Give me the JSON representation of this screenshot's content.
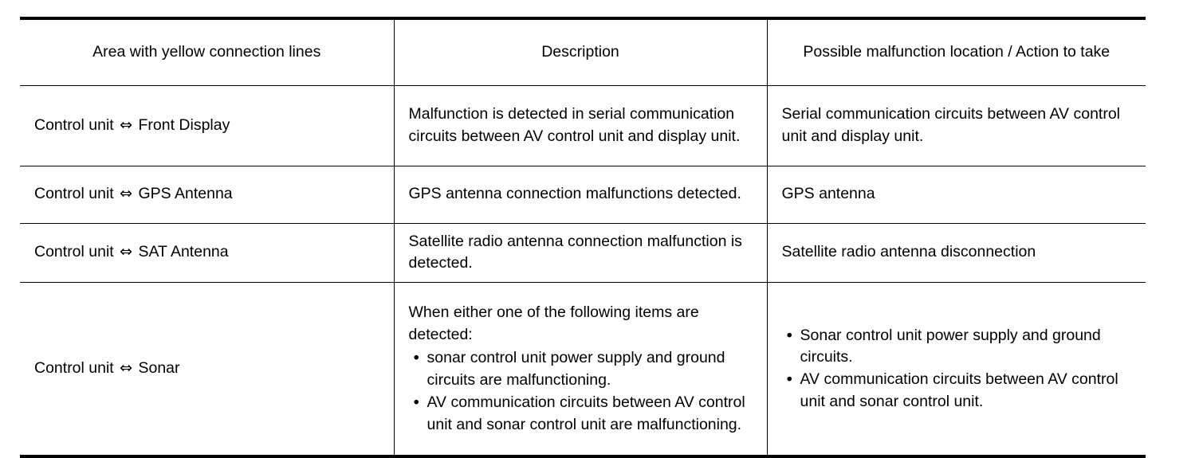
{
  "table": {
    "columns": [
      "Area with yellow connection lines",
      "Description",
      "Possible malfunction location / Action to take"
    ],
    "arrow_symbol": "⇔",
    "bullet_symbol": "•",
    "rows": [
      {
        "area_prefix": "Control unit",
        "area_suffix": "Front Display",
        "description": "Malfunction is detected in serial communication circuits between AV control unit and display unit.",
        "action": "Serial communication circuits between AV control unit and display unit."
      },
      {
        "area_prefix": "Control unit",
        "area_suffix": "GPS Antenna",
        "description": "GPS antenna connection malfunctions detected.",
        "action": "GPS antenna"
      },
      {
        "area_prefix": "Control unit",
        "area_suffix": "SAT Antenna",
        "description": "Satellite radio antenna connection malfunction is detected.",
        "action": "Satellite radio antenna disconnection"
      },
      {
        "area_prefix": "Control unit",
        "area_suffix": "Sonar",
        "description_intro": "When either one of the following items are detected:",
        "description_bullets": [
          "sonar control unit power supply and ground circuits are malfunctioning.",
          "AV communication circuits between AV control unit and sonar control unit are malfunctioning."
        ],
        "action_bullets": [
          "Sonar control unit power supply and ground circuits.",
          "AV communication circuits between AV control unit and sonar control unit."
        ]
      }
    ]
  }
}
